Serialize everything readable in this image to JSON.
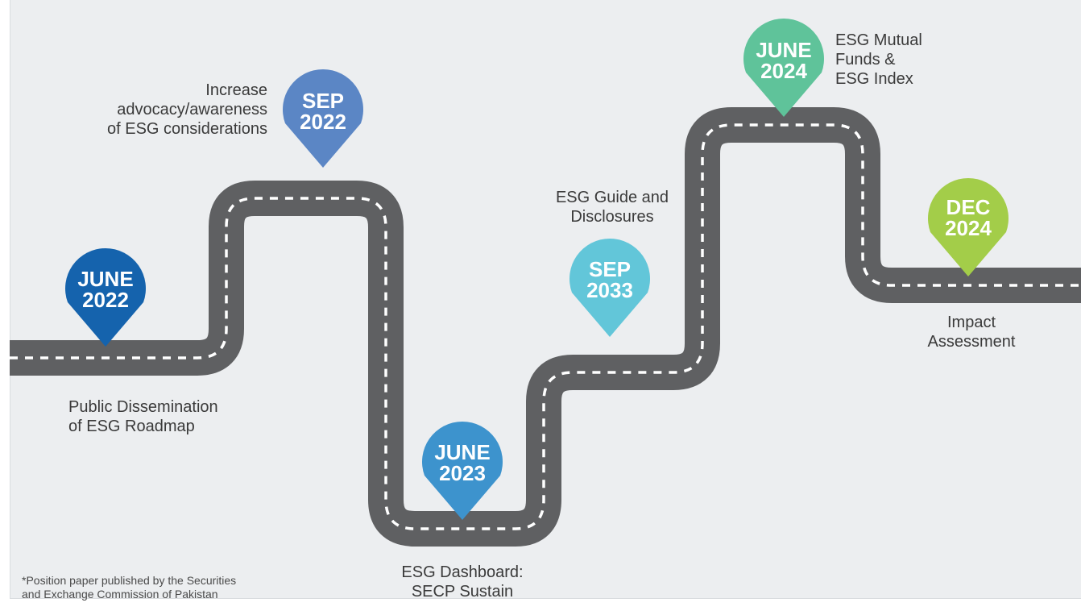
{
  "milestones": [
    {
      "date_line1": "JUNE",
      "date_line2": "2022",
      "color": "#1563ad",
      "label": [
        "Public Dissemination",
        "of ESG Roadmap"
      ]
    },
    {
      "date_line1": "SEP",
      "date_line2": "2022",
      "color": "#5b86c5",
      "label": [
        "Increase",
        "advocacy/awareness",
        "of ESG considerations"
      ]
    },
    {
      "date_line1": "JUNE",
      "date_line2": "2023",
      "color": "#3d93cd",
      "label": [
        "ESG Dashboard:",
        "SECP Sustain"
      ]
    },
    {
      "date_line1": "SEP",
      "date_line2": "2033",
      "color": "#62c6d9",
      "label": [
        "ESG Guide and",
        "Disclosures"
      ]
    },
    {
      "date_line1": "JUNE",
      "date_line2": "2024",
      "color": "#5fc39a",
      "label": [
        "ESG Mutual",
        "Funds &",
        "ESG Index"
      ]
    },
    {
      "date_line1": "DEC",
      "date_line2": "2024",
      "color": "#a3cd49",
      "label": [
        "Impact",
        "Assessment"
      ]
    }
  ],
  "footnote": [
    "*Position paper published by the Securities",
    "and Exchange Commission of Pakistan"
  ],
  "colors": {
    "road": "#5f6062",
    "road_dash": "#ffffff",
    "background": "#eceef0"
  }
}
